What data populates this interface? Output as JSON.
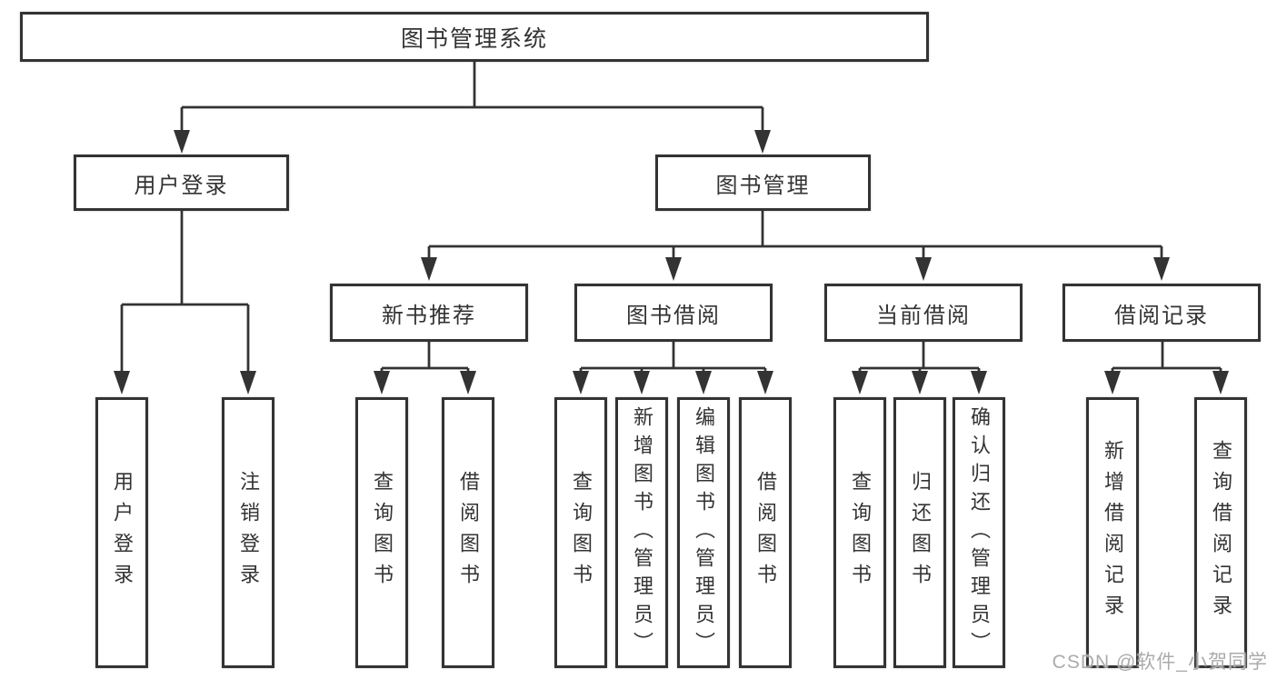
{
  "tree": {
    "label": "图书管理系统",
    "children": [
      {
        "label": "用户登录",
        "children": [
          {
            "label": "用户登录"
          },
          {
            "label": "注销登录"
          }
        ]
      },
      {
        "label": "图书管理",
        "children": [
          {
            "label": "新书推荐",
            "children": [
              {
                "label": "查询图书"
              },
              {
                "label": "借阅图书"
              }
            ]
          },
          {
            "label": "图书借阅",
            "children": [
              {
                "label": "查询图书"
              },
              {
                "label": "新增图书（管理员）"
              },
              {
                "label": "编辑图书（管理员）"
              },
              {
                "label": "借阅图书"
              }
            ]
          },
          {
            "label": "当前借阅",
            "children": [
              {
                "label": "查询图书"
              },
              {
                "label": "归还图书"
              },
              {
                "label": "确认归还（管理员）"
              }
            ]
          },
          {
            "label": "借阅记录",
            "children": [
              {
                "label": "新增借阅记录"
              },
              {
                "label": "查询借阅记录"
              }
            ]
          }
        ]
      }
    ]
  },
  "watermark": {
    "text": "CSDN @软件_小贺同学"
  },
  "colors": {
    "line": "#333333",
    "text": "#333333",
    "background": "#ffffff",
    "watermark": "#ababab"
  }
}
